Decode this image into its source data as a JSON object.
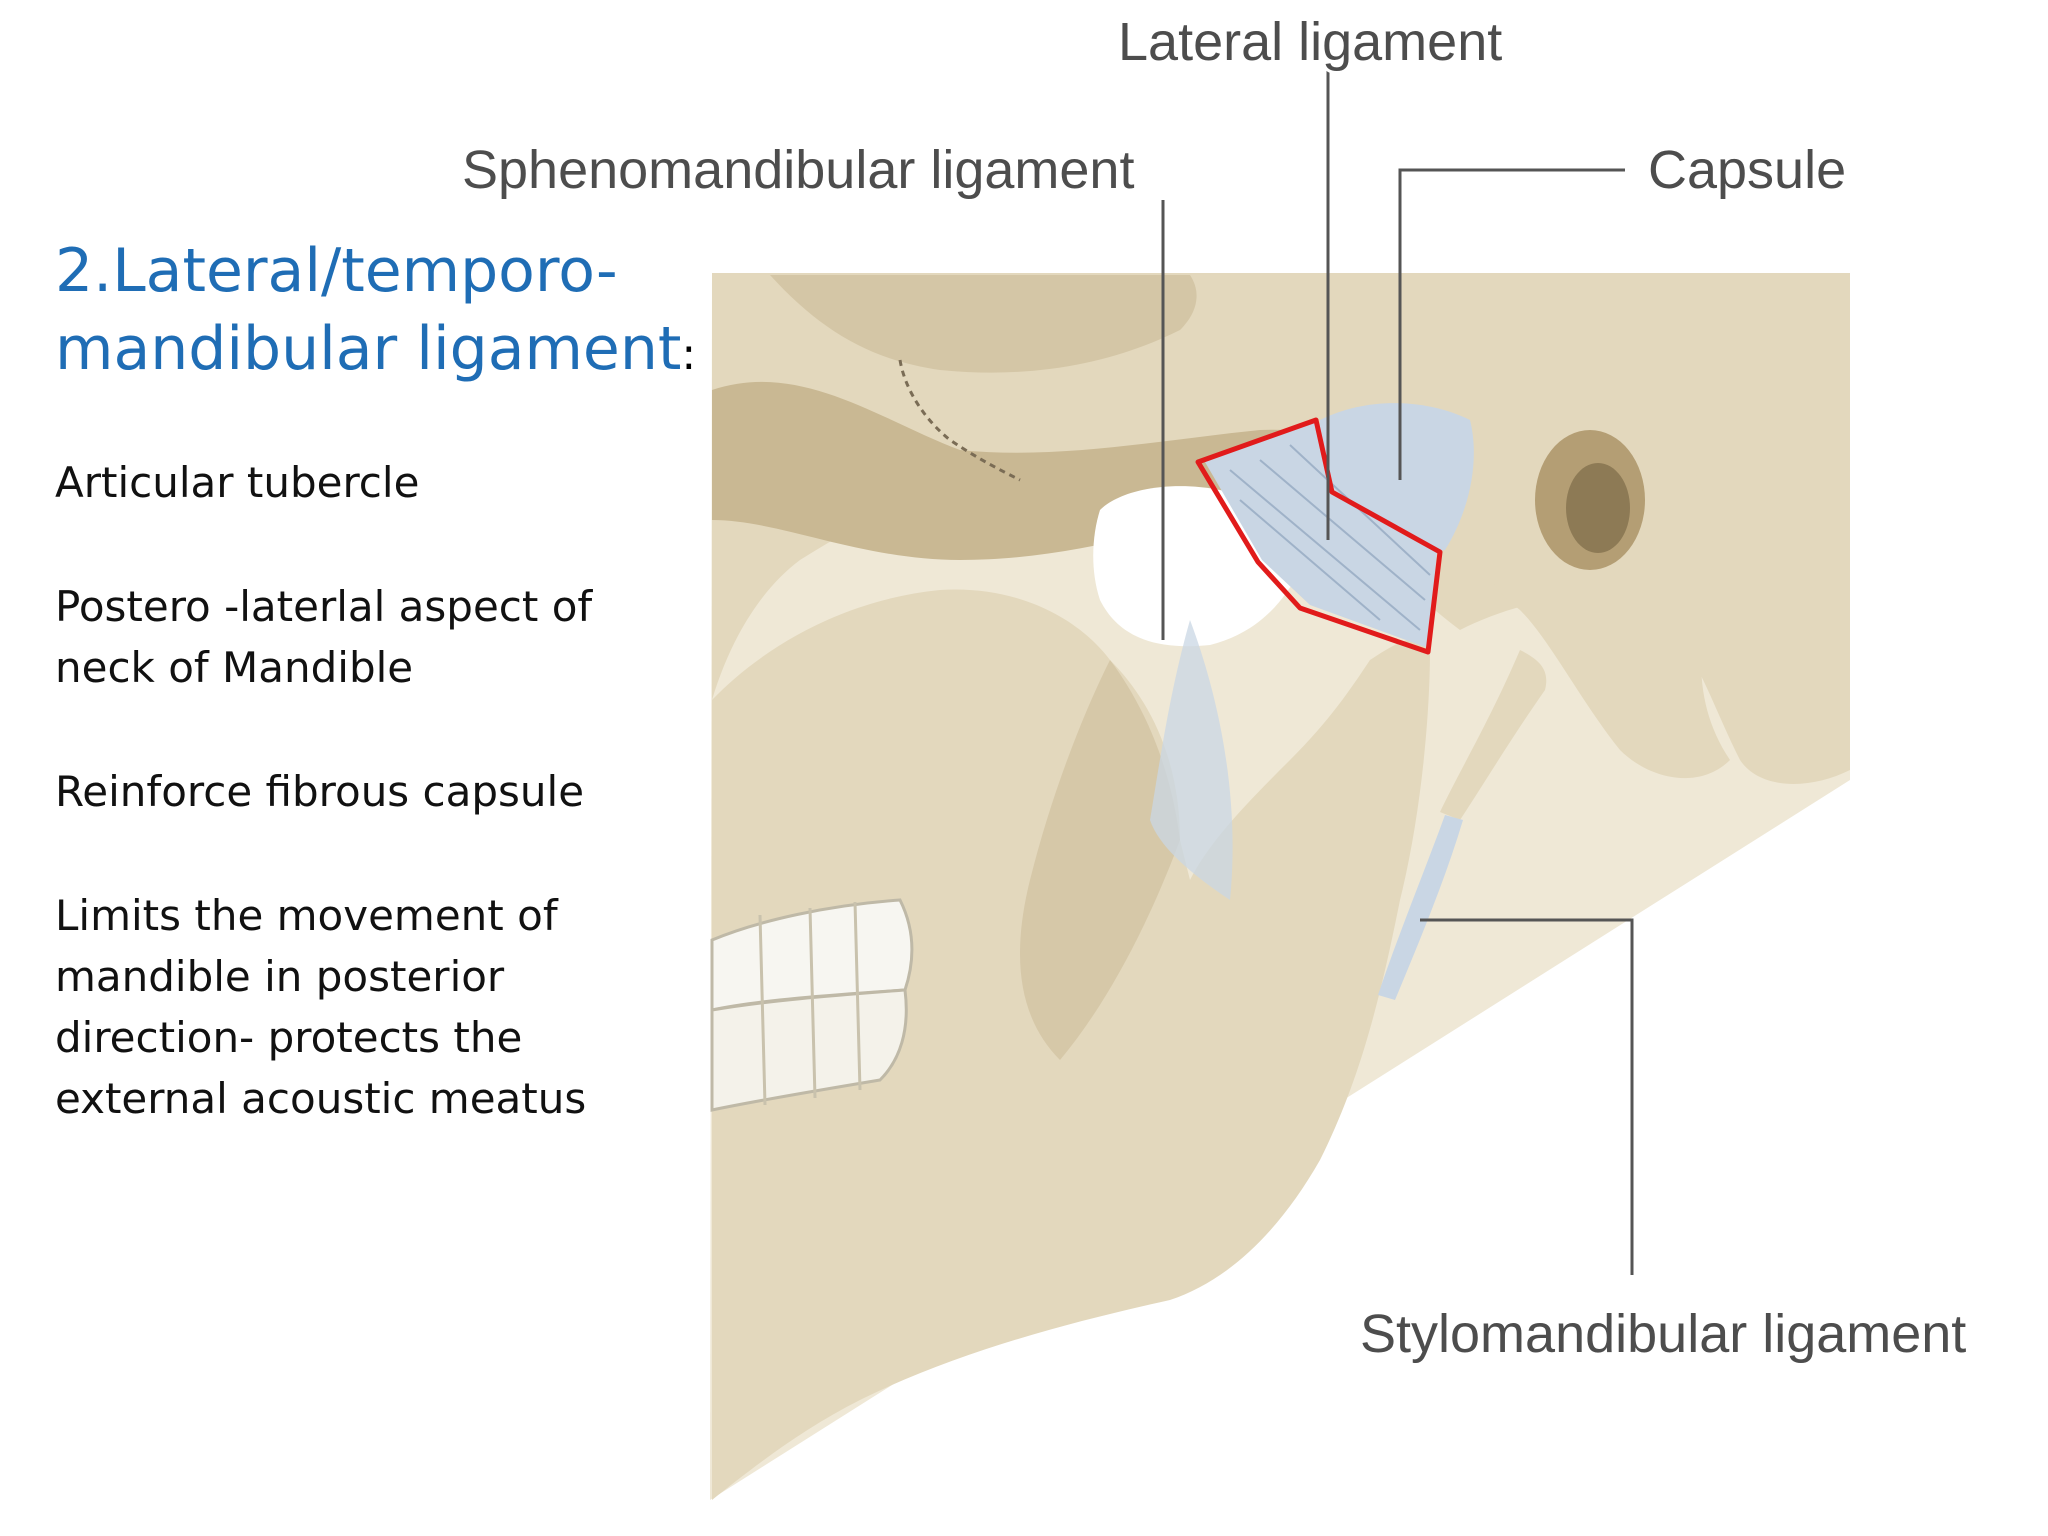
{
  "heading": {
    "line1": "2.Lateral/temporo-",
    "line2": "mandibular ligament",
    "colon": ":"
  },
  "points": [
    [
      "Articular tubercle"
    ],
    [
      "Postero -laterlal aspect of",
      "neck of Mandible"
    ],
    [
      "Reinforce fibrous capsule"
    ],
    [
      "Limits the movement of",
      "mandible in posterior",
      "direction- protects the",
      "external acoustic meatus"
    ]
  ],
  "figure": {
    "labels": {
      "lateral": "Lateral ligament",
      "spheno": "Sphenomandibular ligament",
      "capsule": "Capsule",
      "stylo": "Stylomandibular ligament"
    },
    "colors": {
      "bone": "#e3d8bd",
      "bone_shadow": "#c9b893",
      "ligament": "#c9d6e4",
      "highlight": "#e11b1b",
      "heading": "#1f6db5"
    }
  }
}
